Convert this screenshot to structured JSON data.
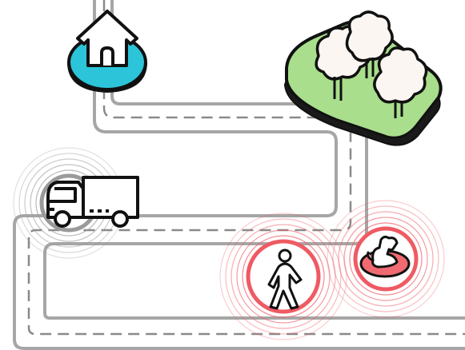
{
  "scene": {
    "road_color": "#a6a6a6",
    "road_dash_color": "#8a8a8a",
    "outline_color": "#111111",
    "home_accent": "#2bc4d8",
    "park_green": "#a9de8c",
    "alert_color": "#ef5a63",
    "alert_fill": "#f06a72",
    "truck_ring_color": "#9a9a9a"
  },
  "icons": [
    {
      "name": "home-icon",
      "role": "destination"
    },
    {
      "name": "park-trees-icon",
      "role": "destination"
    },
    {
      "name": "delivery-truck-icon",
      "role": "vehicle",
      "signal_rings": 6
    },
    {
      "name": "pedestrian-icon",
      "role": "hazard",
      "signal_rings": 6
    },
    {
      "name": "dog-icon",
      "role": "hazard",
      "signal_rings": 6
    }
  ]
}
